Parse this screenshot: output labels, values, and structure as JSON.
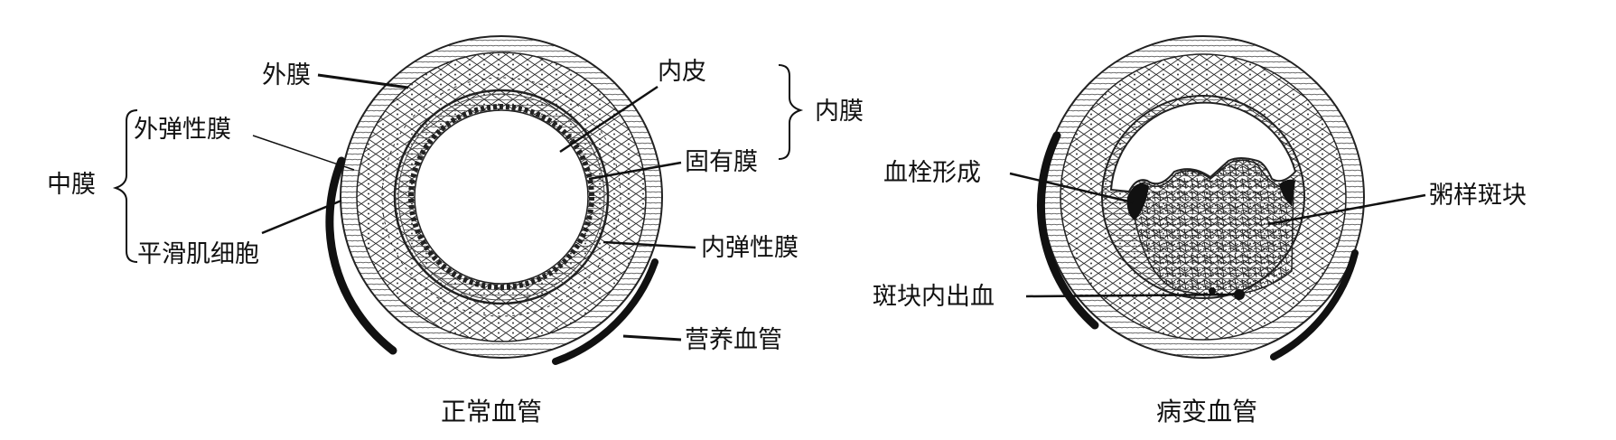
{
  "normal": {
    "caption": "正常血管",
    "labels": {
      "adventitia": "外膜",
      "media": "中膜",
      "external_elastic": "外弹性膜",
      "smooth_muscle": "平滑肌细胞",
      "endothelium": "内皮",
      "intima": "内膜",
      "lamina_propria": "固有膜",
      "internal_elastic": "内弹性膜",
      "vasa_vasorum": "营养血管"
    }
  },
  "diseased": {
    "caption": "病变血管",
    "labels": {
      "thrombus": "血栓形成",
      "plaque": "粥样斑块",
      "hemorrhage": "斑块内出血"
    }
  }
}
